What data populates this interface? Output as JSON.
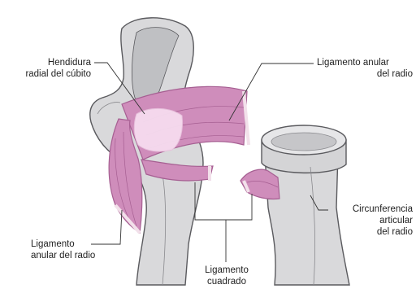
{
  "labels": {
    "hendidura": [
      "Hendidura",
      "radial del cúbito"
    ],
    "lig_anular_top": [
      "Ligamento anular",
      "del radio"
    ],
    "circunferencia": [
      "Circunferencia",
      "articular",
      "del radio"
    ],
    "lig_anular_bottom": [
      "Ligamento",
      "anular del radio"
    ],
    "lig_cuadrado": [
      "Ligamento",
      "cuadrado"
    ]
  },
  "colors": {
    "bone": "#d9d9db",
    "bone_shadow": "#bfc0c3",
    "bone_outline": "#5a5a5e",
    "ligament": "#cf8dbb",
    "ligament_dark": "#a65f92",
    "cartilage": "#f6dcef",
    "leader": "#333333"
  }
}
